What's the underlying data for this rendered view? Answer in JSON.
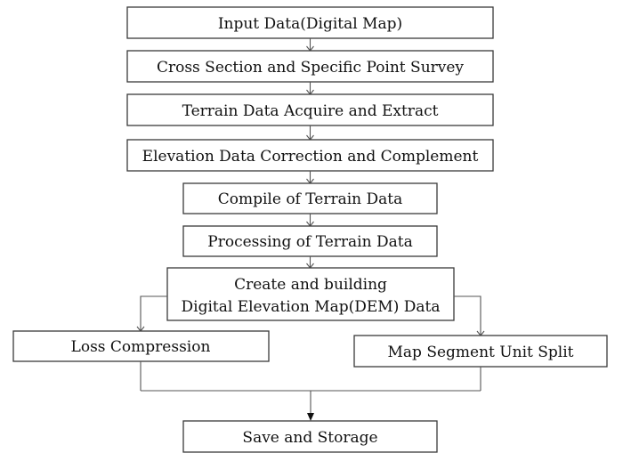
{
  "nodes": {
    "input_data": "Input Data(Digital Map)",
    "cross_section": "Cross Section and Specific Point Survey",
    "terrain_acquire": "Terrain Data Acquire and Extract",
    "elevation_correction": "Elevation Data Correction and Complement",
    "compile_terrain": "Compile of Terrain Data",
    "processing_terrain": "Processing of Terrain Data",
    "create_dem_line1": "Create and building",
    "create_dem_line2": "Digital Elevation Map(DEM) Data",
    "loss_compression": "Loss Compression",
    "map_segment": "Map Segment Unit Split",
    "save_storage": "Save and Storage"
  }
}
